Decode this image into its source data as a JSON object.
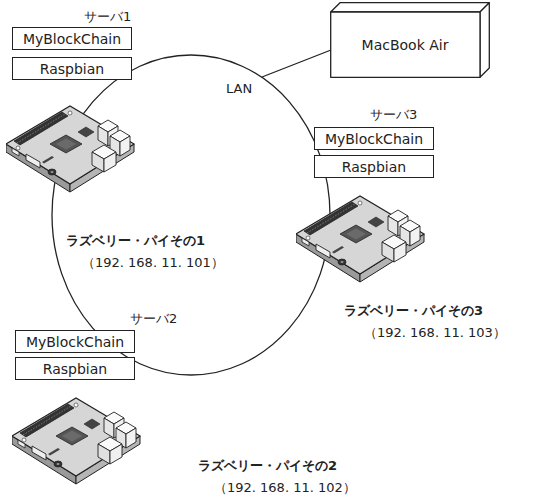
{
  "diagram": {
    "nodes": [
      {
        "text": [
          "MyBlockChain"
        ]
      },
      {
        "text": [
          "Raspbian"
        ]
      },
      {
        "text": [
          "MacBook Air"
        ]
      },
      {
        "text": [
          "MyBlockChain"
        ]
      },
      {
        "text": [
          "Raspbian"
        ]
      },
      {
        "text": [
          "MyBlockChain"
        ]
      },
      {
        "text": [
          "Raspbian"
        ]
      }
    ],
    "labels": [
      "サーバ1",
      "LAN",
      "サーバ3",
      "ラズベリー・パイその1",
      "（192. 168. 11. 101）",
      "ラズベリー・パイその3",
      "（192. 168. 11. 103）",
      "サーバ2",
      "ラズベリー・パイその2",
      "（192. 168. 11. 102）"
    ]
  }
}
